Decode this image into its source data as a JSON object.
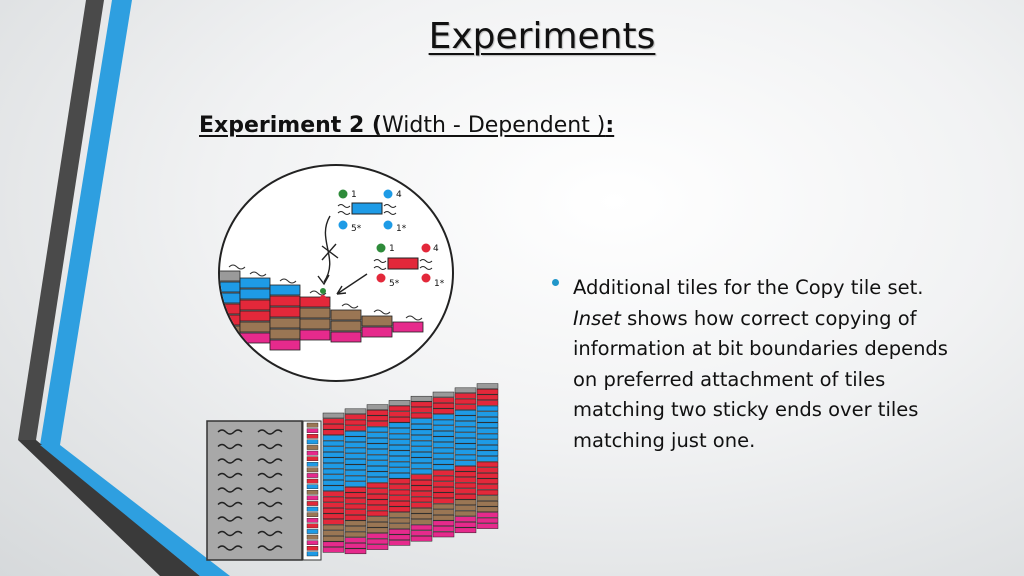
{
  "slide": {
    "title": "Experiments",
    "subtitle_bold": "Experiment 2  (",
    "subtitle_normal": "Width - Dependent )",
    "subtitle_end": ":",
    "bullet": {
      "part1": "Additional tiles  for  the Copy  tile  set.",
      "italic": "Inset",
      "part2": "  shows how correct copying of information at bit  boundaries depends on  preferred attachment of tiles matching two sticky ends over tiles matching just one."
    }
  },
  "inset": {
    "tile_top_labels": [
      "1",
      "4",
      "5*",
      "1*"
    ],
    "tile_bottom_labels": [
      "1",
      "4",
      "5*",
      "1*"
    ]
  },
  "colors": {
    "accent_blue": "#2e9fe0",
    "stripe_dark": "#4a4a4a",
    "tile_blue": "#1e9be6",
    "tile_red": "#e3283a",
    "tile_brown": "#9a7654",
    "tile_pink": "#e62a8c",
    "tile_gray": "#9a9a9a",
    "dot_green": "#2e8b3a"
  }
}
